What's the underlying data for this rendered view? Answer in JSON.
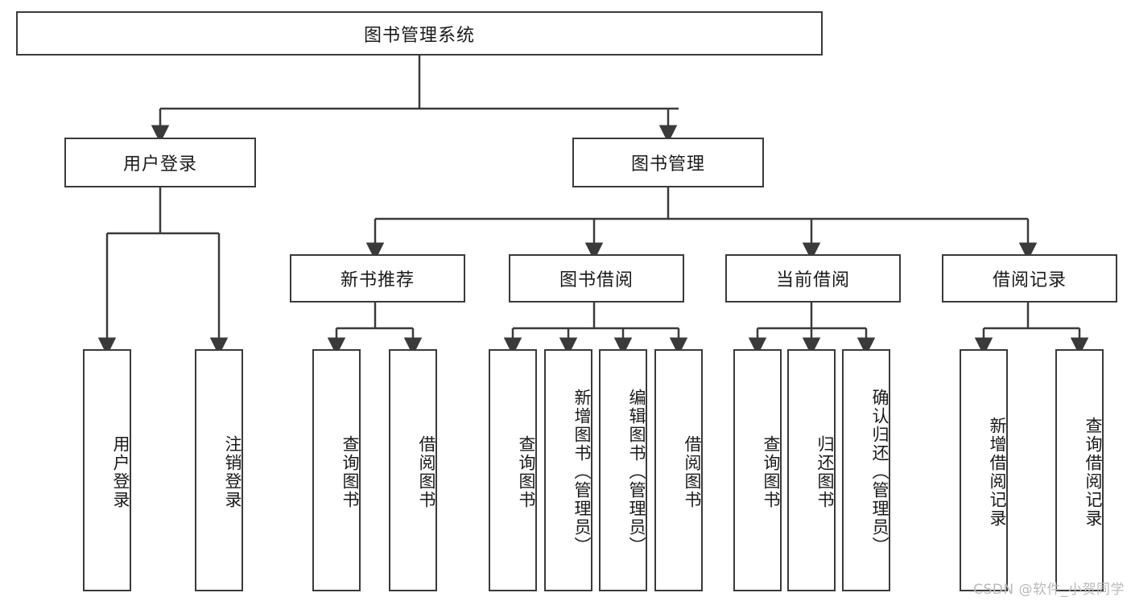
{
  "diagram": {
    "title": "图书管理系统",
    "type": "tree-hierarchy",
    "root": {
      "label": "图书管理系统"
    },
    "level2": [
      {
        "label": "用户登录"
      },
      {
        "label": "图书管理"
      }
    ],
    "level3": [
      {
        "label": "新书推荐"
      },
      {
        "label": "图书借阅"
      },
      {
        "label": "当前借阅"
      },
      {
        "label": "借阅记录"
      }
    ],
    "leaves": {
      "user_login": [
        {
          "label": "用户登录"
        },
        {
          "label": "注销登录"
        }
      ],
      "new_book_recommend": [
        {
          "label": "查询图书"
        },
        {
          "label": "借阅图书"
        }
      ],
      "book_borrow": [
        {
          "label": "查询图书"
        },
        {
          "label": "新增图书（管理员）"
        },
        {
          "label": "编辑图书（管理员）"
        },
        {
          "label": "借阅图书"
        }
      ],
      "current_borrow": [
        {
          "label": "查询图书"
        },
        {
          "label": "归还图书"
        },
        {
          "label": "确认归还（管理员）"
        }
      ],
      "borrow_record": [
        {
          "label": "新增借阅记录"
        },
        {
          "label": "查询借阅记录"
        }
      ]
    }
  },
  "watermark": {
    "text": "CSDN @软件_小贺同学"
  },
  "colors": {
    "stroke": "#3a3a3a",
    "background": "#ffffff",
    "text": "#1a1a1a",
    "watermark": "#b9b9b9"
  }
}
